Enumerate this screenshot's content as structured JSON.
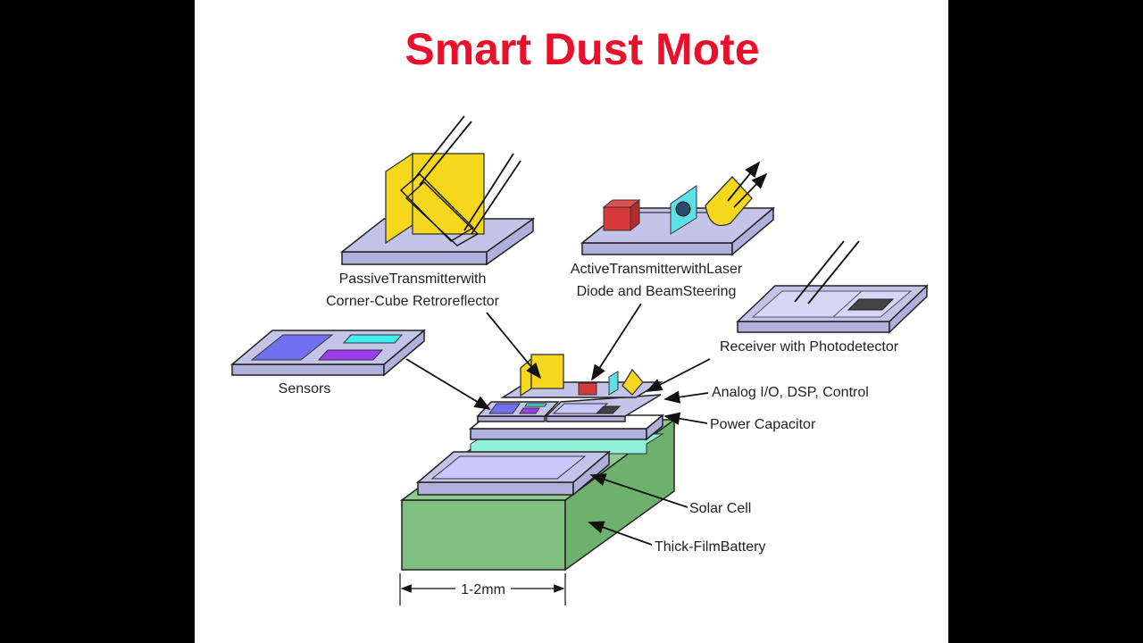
{
  "title": "Smart Dust Mote",
  "labels": {
    "passive_line1": "PassiveTransmitterwith",
    "passive_line2": "Corner-Cube Retroreflector",
    "active_line1": "ActiveTransmitterwithLaser",
    "active_line2": "Diode and BeamSteering",
    "receiver": "Receiver with Photodetector",
    "sensors": "Sensors",
    "analog": "Analog I/O, DSP, Control",
    "capacitor": "Power Capacitor",
    "solar": "Solar Cell",
    "battery": "Thick-FilmBattery",
    "dimension": "1-2mm"
  },
  "colors": {
    "title": "#e8102a",
    "battery": "#7fbf7f",
    "platform": "#c4c4e8",
    "yellow": "#f5d81e"
  }
}
